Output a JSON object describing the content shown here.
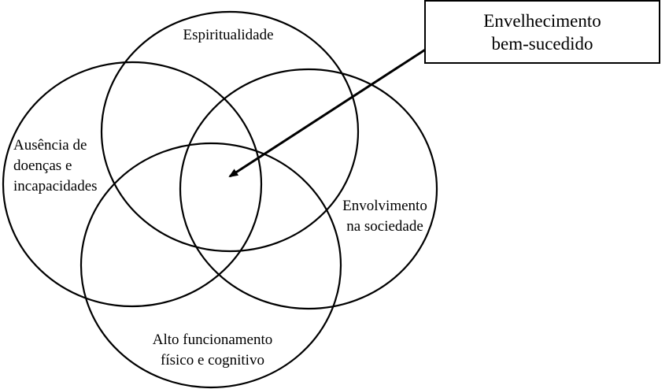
{
  "diagram": {
    "callout": {
      "line1": "Envelhecimento",
      "line2": "bem-sucedido"
    },
    "sets": {
      "spirituality": {
        "line1": "Espiritualidade"
      },
      "absence_disease": {
        "line1": "Ausência de",
        "line2": "doenças e",
        "line3": "incapacidades"
      },
      "social_engagement": {
        "line1": "Envolvimento",
        "line2": "na sociedade"
      },
      "high_function": {
        "line1": "Alto funcionamento",
        "line2": "físico e cognitivo"
      }
    },
    "colors": {
      "stroke": "#000000",
      "background": "#ffffff"
    }
  }
}
